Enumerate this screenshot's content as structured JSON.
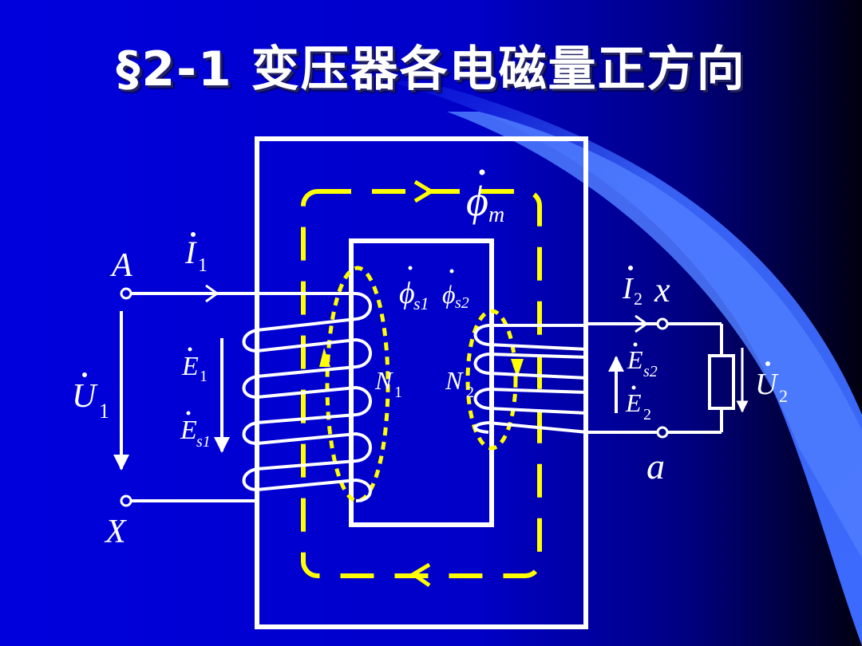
{
  "title": "§2-1  变压器各电磁量正方向",
  "colors": {
    "background": "#0000cc",
    "accent_light": "#3d6bff",
    "flux": "#ffff00",
    "line": "#ffffff",
    "dark": "#000010"
  },
  "labels": {
    "terminal_A": "A",
    "terminal_X": "X",
    "terminal_x": "x",
    "terminal_a": "a",
    "current_primary": "I",
    "current_primary_sub": "1",
    "current_secondary": "I",
    "current_secondary_sub": "2",
    "voltage_primary": "U",
    "voltage_primary_sub": "1",
    "voltage_secondary": "U",
    "voltage_secondary_sub": "2",
    "emf_primary": "E",
    "emf_primary_sub": "1",
    "emf_leak_primary": "E",
    "emf_leak_primary_sub": "s1",
    "emf_secondary": "E",
    "emf_secondary_sub": "2",
    "emf_leak_secondary": "E",
    "emf_leak_secondary_sub": "s2",
    "flux_main": "ϕ",
    "flux_main_sub": "m",
    "flux_leak1": "ϕ",
    "flux_leak1_sub": "s1",
    "flux_leak2": "ϕ",
    "flux_leak2_sub": "s2",
    "turns_primary": "N",
    "turns_primary_sub": "1",
    "turns_secondary": "N",
    "turns_secondary_sub": "2"
  }
}
